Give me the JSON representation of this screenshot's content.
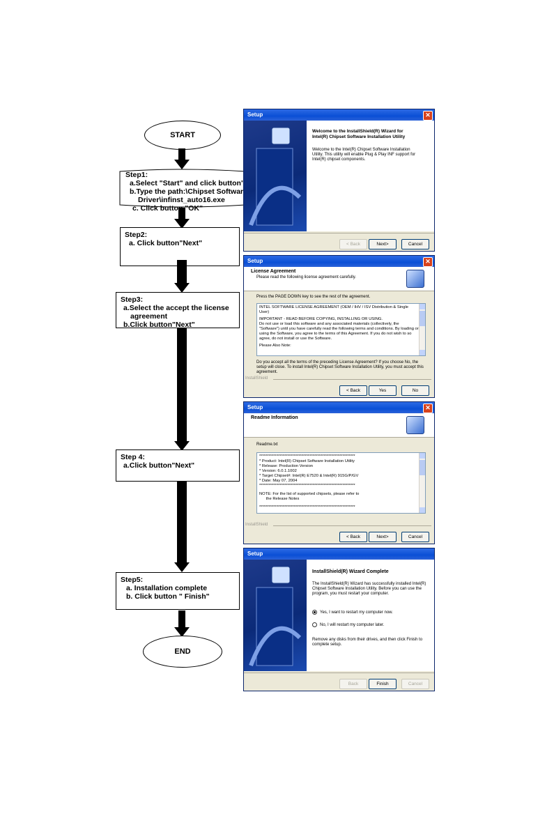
{
  "flowchart": {
    "start": "START",
    "end": "END",
    "step1": {
      "title": "Step1:",
      "lines": [
        "a.Select \"Start\" and click button\"Run\".",
        "b.Type the path:\\Chipset Software\\INF",
        "Driver\\infinst_auto16.exe",
        "c. Click button \"OK\""
      ]
    },
    "step2": {
      "title": "Step2:",
      "lines": [
        "a. Click button\"Next\""
      ]
    },
    "step3": {
      "title": "Step3:",
      "lines": [
        "a.Select the accept the license",
        "agreement",
        "b.Click button\"Next\""
      ]
    },
    "step4": {
      "title": "Step 4:",
      "lines": [
        "a.Click button\"Next\""
      ]
    },
    "step5": {
      "title": "Step5:",
      "lines": [
        "a. Installation complete",
        "b. Click button \" Finish\""
      ]
    }
  },
  "dialogs": {
    "welcome": {
      "title": "Setup",
      "heading_1": "Welcome to the InstallShield(R) Wizard for",
      "heading_2": "Intel(R) Chipset Software Installation Utility",
      "body_1": "Welcome to the Intel(R) Chipset Software Installation",
      "body_2": "Utility. This utility will enable Plug & Play INF support for",
      "body_3": "Intel(R) chipset components.",
      "back": "< Back",
      "next": "Next>",
      "cancel": "Cancel"
    },
    "license": {
      "title": "Setup",
      "heading": "License Agreement",
      "subheading": "Please read the following license agreement carefully.",
      "instruction": "Press the PAGE DOWN key to see the rest of the agreement.",
      "text_lines": [
        "INTEL SOFTWARE LICENSE AGREEMENT (OEM / IHV / ISV Distribution & Single",
        "User)",
        "",
        "IMPORTANT - READ BEFORE COPYING, INSTALLING OR USING.",
        "Do not use or load this software and any associated materials (collectively, the",
        "\"Software\") until you have carefully read the following terms and conditions. By loading or",
        "using the Software, you agree to the terms of this Agreement. If you do not wish to so",
        "agree, do not install or use the Software.",
        "",
        "Please Also Note:"
      ],
      "question_1": "Do you accept all the terms of the preceding License Agreement?  If you choose No,  the",
      "question_2": "setup will close.  To install Intel(R) Chipset Software Installation Utility, you must accept this",
      "question_3": "agreement.",
      "brand": "InstallShield",
      "back": "< Back",
      "yes": "Yes",
      "no": "No"
    },
    "readme": {
      "title": "Setup",
      "heading": "Readme Information",
      "filename": "Readme.txt",
      "text_lines": [
        "*************************************************************",
        "* Product: Intel(R) Chipset Software Installation Utility",
        "* Release: Production Version",
        "* Version: 6.0.1.1002",
        "* Target Chipset#: Intel(R) E7520 & Intel(R) 915G/P/GV",
        "* Date: May 07, 2004",
        "*************************************************************",
        "",
        "NOTE: For the list of supported chipsets, please refer to",
        "      the Release Notes",
        "",
        "*************************************************************"
      ],
      "brand": "InstallShield",
      "back": "< Back",
      "next": "Next>",
      "cancel": "Cancel"
    },
    "complete": {
      "title": "Setup",
      "heading": "InstallShield(R) Wizard Complete",
      "body_1": "The InstallShield(R) Wizard has successfully installed Intel(R)",
      "body_2": "Chipset Software Installation Utility.  Before you can use the",
      "body_3": "program, you must restart your computer.",
      "option_yes": "Yes, I want to restart my computer now.",
      "option_no": "No, I will restart my computer later.",
      "footer_1": "Remove any disks from their drives, and then click Finish to",
      "footer_2": "complete setup.",
      "back": "Back",
      "finish": "Finish",
      "cancel": "Cancel"
    }
  }
}
